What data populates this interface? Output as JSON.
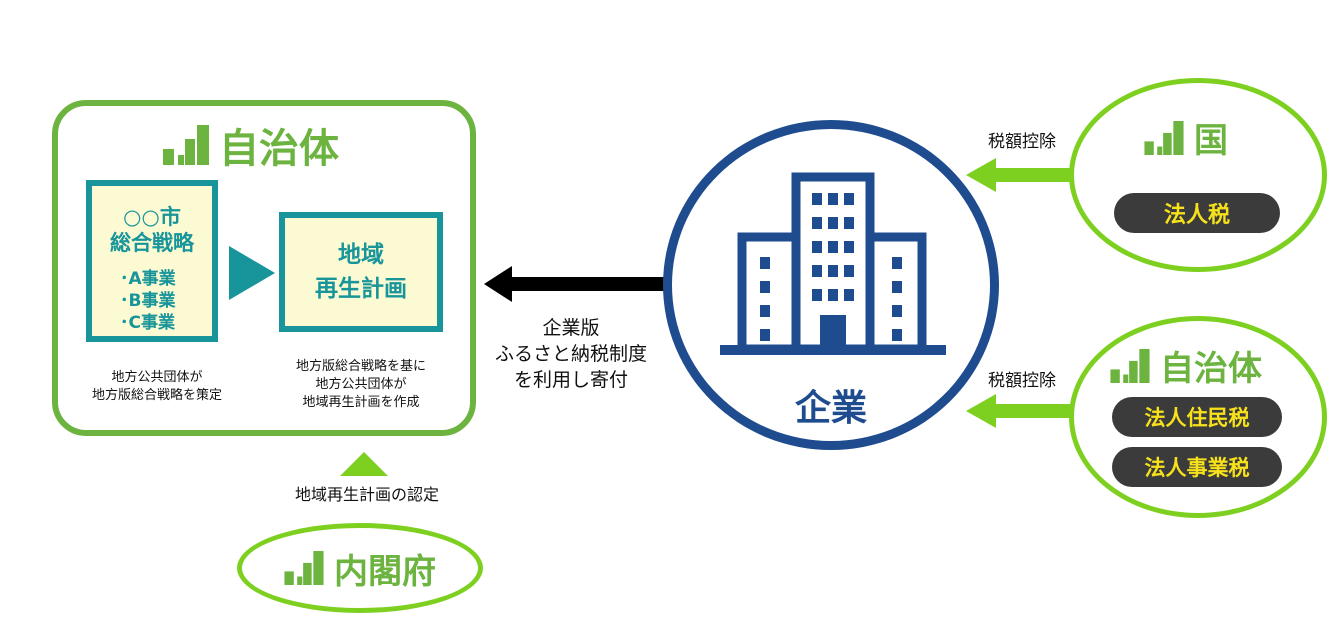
{
  "jichitai": {
    "title": "自治体",
    "strategy_box": {
      "line1": "○○市",
      "line2": "総合戦略",
      "item_a": "･A事業",
      "item_b": "･B事業",
      "item_c": "･C事業"
    },
    "plan_box": {
      "line1": "地域",
      "line2": "再生計画"
    },
    "caption_left": [
      "地方公共団体が",
      "地方版総合戦略を策定"
    ],
    "caption_right": [
      "地方版総合戦略を基に",
      "地方公共団体が",
      "地域再生計画を作成"
    ]
  },
  "donation_label": [
    "企業版",
    "ふるさと納税制度",
    "を利用し寄付"
  ],
  "enterprise": {
    "label": "企業"
  },
  "national": {
    "title": "国",
    "tax": "法人税",
    "arrow_label": "税額控除"
  },
  "local": {
    "title": "自治体",
    "taxes": [
      "法人住民税",
      "法人事業税"
    ],
    "arrow_label": "税額控除"
  },
  "cabinet": {
    "title": "内閣府",
    "arrow_label": "地域再生計画の認定"
  },
  "colors": {
    "green": "#6cb33f",
    "bright_green": "#7ed020",
    "teal": "#18959a",
    "navy": "#1e4c8f",
    "pill_bg": "#3b3b3b",
    "pill_text": "#f7e11b"
  }
}
